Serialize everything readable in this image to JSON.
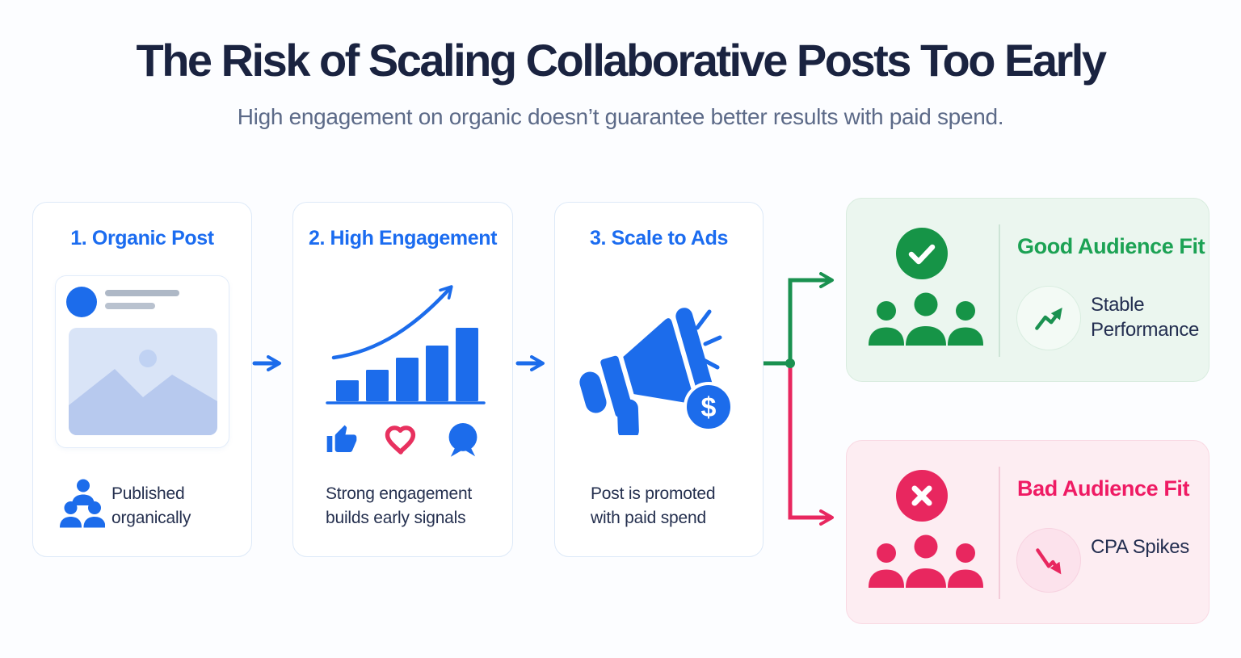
{
  "header": {
    "title": "The Risk of Scaling Collaborative Posts Too Early",
    "subtitle": "High engagement on organic doesn’t guarantee better results with paid spend."
  },
  "steps": [
    {
      "label": "1. Organic Post",
      "caption": "Published organically"
    },
    {
      "label": "2. High Engagement",
      "caption": "Strong engagement builds early signals"
    },
    {
      "label": "3. Scale to Ads",
      "caption": "Post is promoted with paid spend"
    }
  ],
  "outcomes": {
    "good": {
      "title": "Good Audience Fit",
      "metric": "Stable Performance"
    },
    "bad": {
      "title": "Bad Audience Fit",
      "metric": "CPA Spikes"
    }
  },
  "icons": {
    "dollar_sign": "$"
  },
  "colors": {
    "blue": "#1c6ceb",
    "green": "#169447",
    "green_text": "#1ca254",
    "pink": "#e8275f",
    "pink_text": "#ef1b64",
    "navy": "#25304f"
  }
}
